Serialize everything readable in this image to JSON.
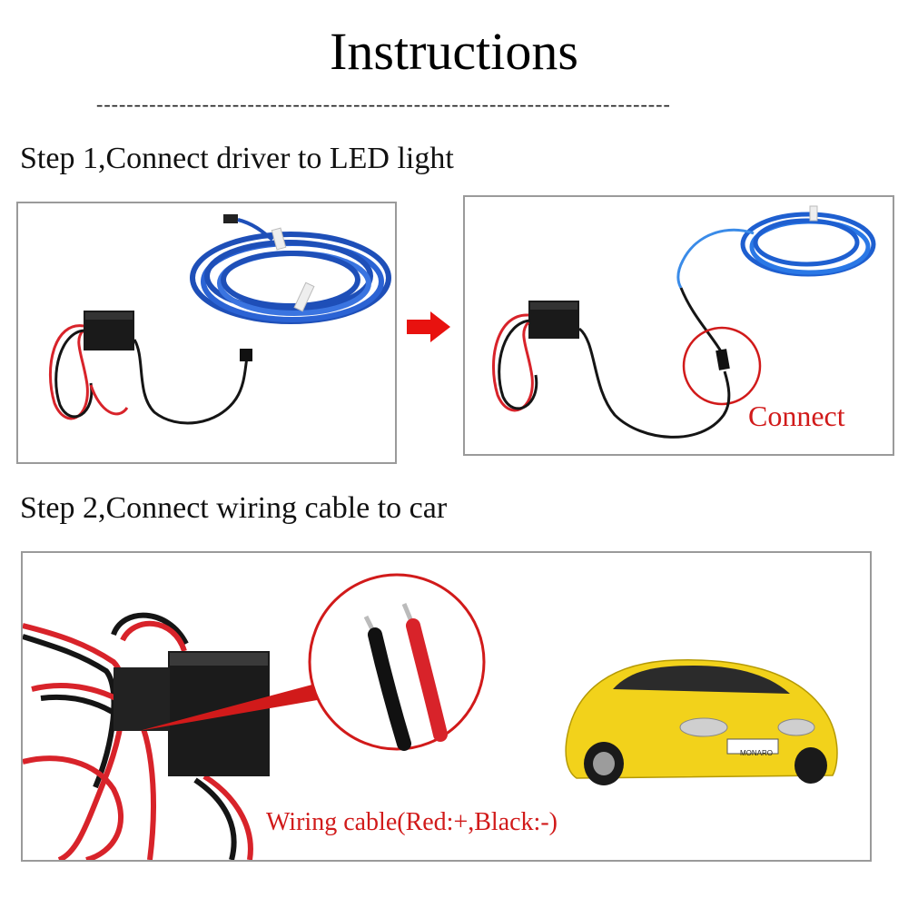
{
  "page": {
    "title": "Instructions",
    "divider": "----------------------------------------------------------------------------"
  },
  "step1": {
    "heading": "Step 1,Connect driver to LED light",
    "connect_label": "Connect"
  },
  "step2": {
    "heading": "Step 2,Connect wiring cable to car",
    "wiring_label": "Wiring cable(Red:+,Black:-)",
    "plate_text": "MONARO"
  },
  "colors": {
    "el_wire_blue": "#1e4fb8",
    "wire_red": "#d8232a",
    "wire_black": "#151515",
    "highlight_red": "#d11a1a",
    "car_yellow": "#f2d21b"
  }
}
